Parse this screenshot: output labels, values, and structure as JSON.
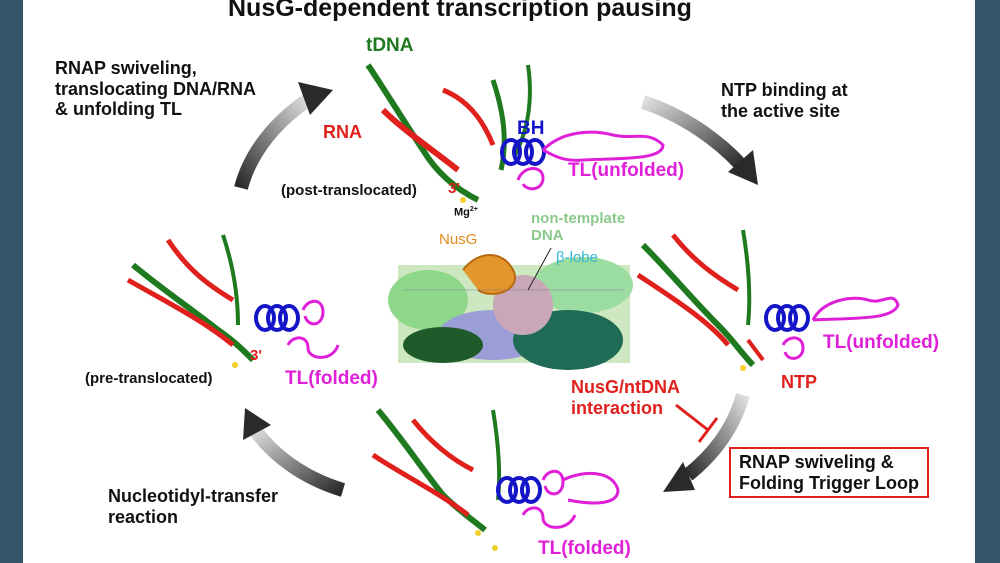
{
  "title": "NusG-dependent transcription pausing",
  "steps": {
    "swiveling": [
      "RNAP swiveling,",
      "translocating DNA/RNA",
      "& unfolding TL"
    ],
    "ntp_binding": [
      "NTP binding at",
      "the active site"
    ],
    "nucleotidyl": [
      "Nucleotidyl-transfer",
      "reaction"
    ],
    "folding_box": [
      "RNAP swiveling &",
      "Folding Trigger Loop"
    ],
    "interaction": [
      "NusG/ntDNA",
      "interaction"
    ]
  },
  "labels": {
    "tdna": "tDNA",
    "rna": "RNA",
    "bh": "BH",
    "tl_unfolded": "TL(unfolded)",
    "tl_folded": "TL(folded)",
    "post": "(post-translocated)",
    "pre": "(pre-translocated)",
    "three_prime": "3'",
    "mg": "Mg",
    "mg_sup": "2+",
    "nusg": "NusG",
    "nontemplate": [
      "non-template",
      "DNA"
    ],
    "beta_lobe": "β-lobe",
    "ntp": "NTP"
  },
  "colors": {
    "background": "#35566a",
    "dna": "#1f7a1f",
    "rna": "#e0201c",
    "bridge_helix": "#1515c8",
    "trigger_loop": "#e020d8",
    "arrow": "#333333",
    "inhibit": "#e0201c"
  }
}
